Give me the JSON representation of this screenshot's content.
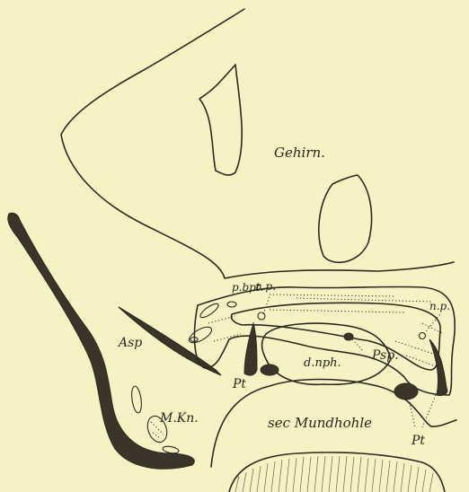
{
  "labels": {
    "gehirn": "Gehirn.",
    "pbpt": "p.bpt.",
    "np_upper": "n.p.",
    "np_right": "n.p.",
    "asp": "Asp",
    "psp": "Psp.",
    "dnph": "d.nph.",
    "pt_left": "Pt",
    "pt_right": "Pt",
    "mkn": "M.Kn.",
    "mundhohle": "sec Mundhohle"
  },
  "colors": {
    "paper": "#f6f2c4",
    "ink": "#2d2820",
    "fill_dark": "#3b3529"
  }
}
